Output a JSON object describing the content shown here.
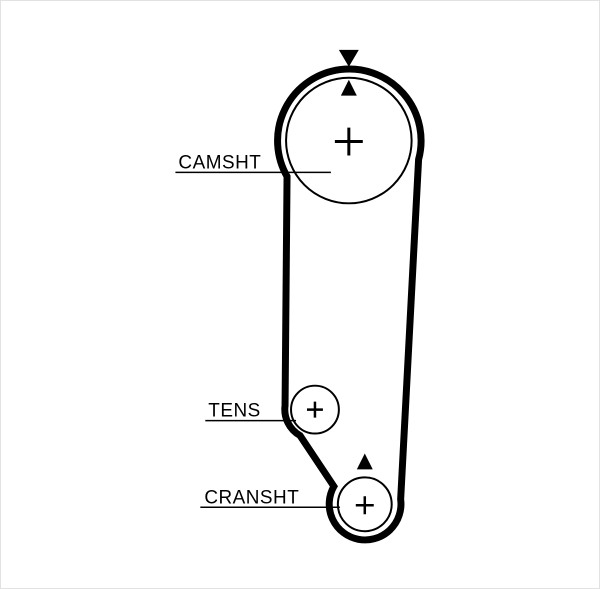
{
  "diagram": {
    "title": "timing-belt-routing-diagram"
  },
  "labels": {
    "camshaft": "CAMSHT",
    "tensioner": "TENS",
    "crankshaft": "CRANSHT"
  },
  "icons": {
    "camshaft_mark": "plus",
    "tensioner_mark": "plus",
    "crankshaft_mark": "plus",
    "top_alignment_marks": "triangle-pair",
    "crankshaft_alignment_mark": "triangle-up"
  },
  "colors": {
    "line": "#000000",
    "background": "#ffffff"
  }
}
